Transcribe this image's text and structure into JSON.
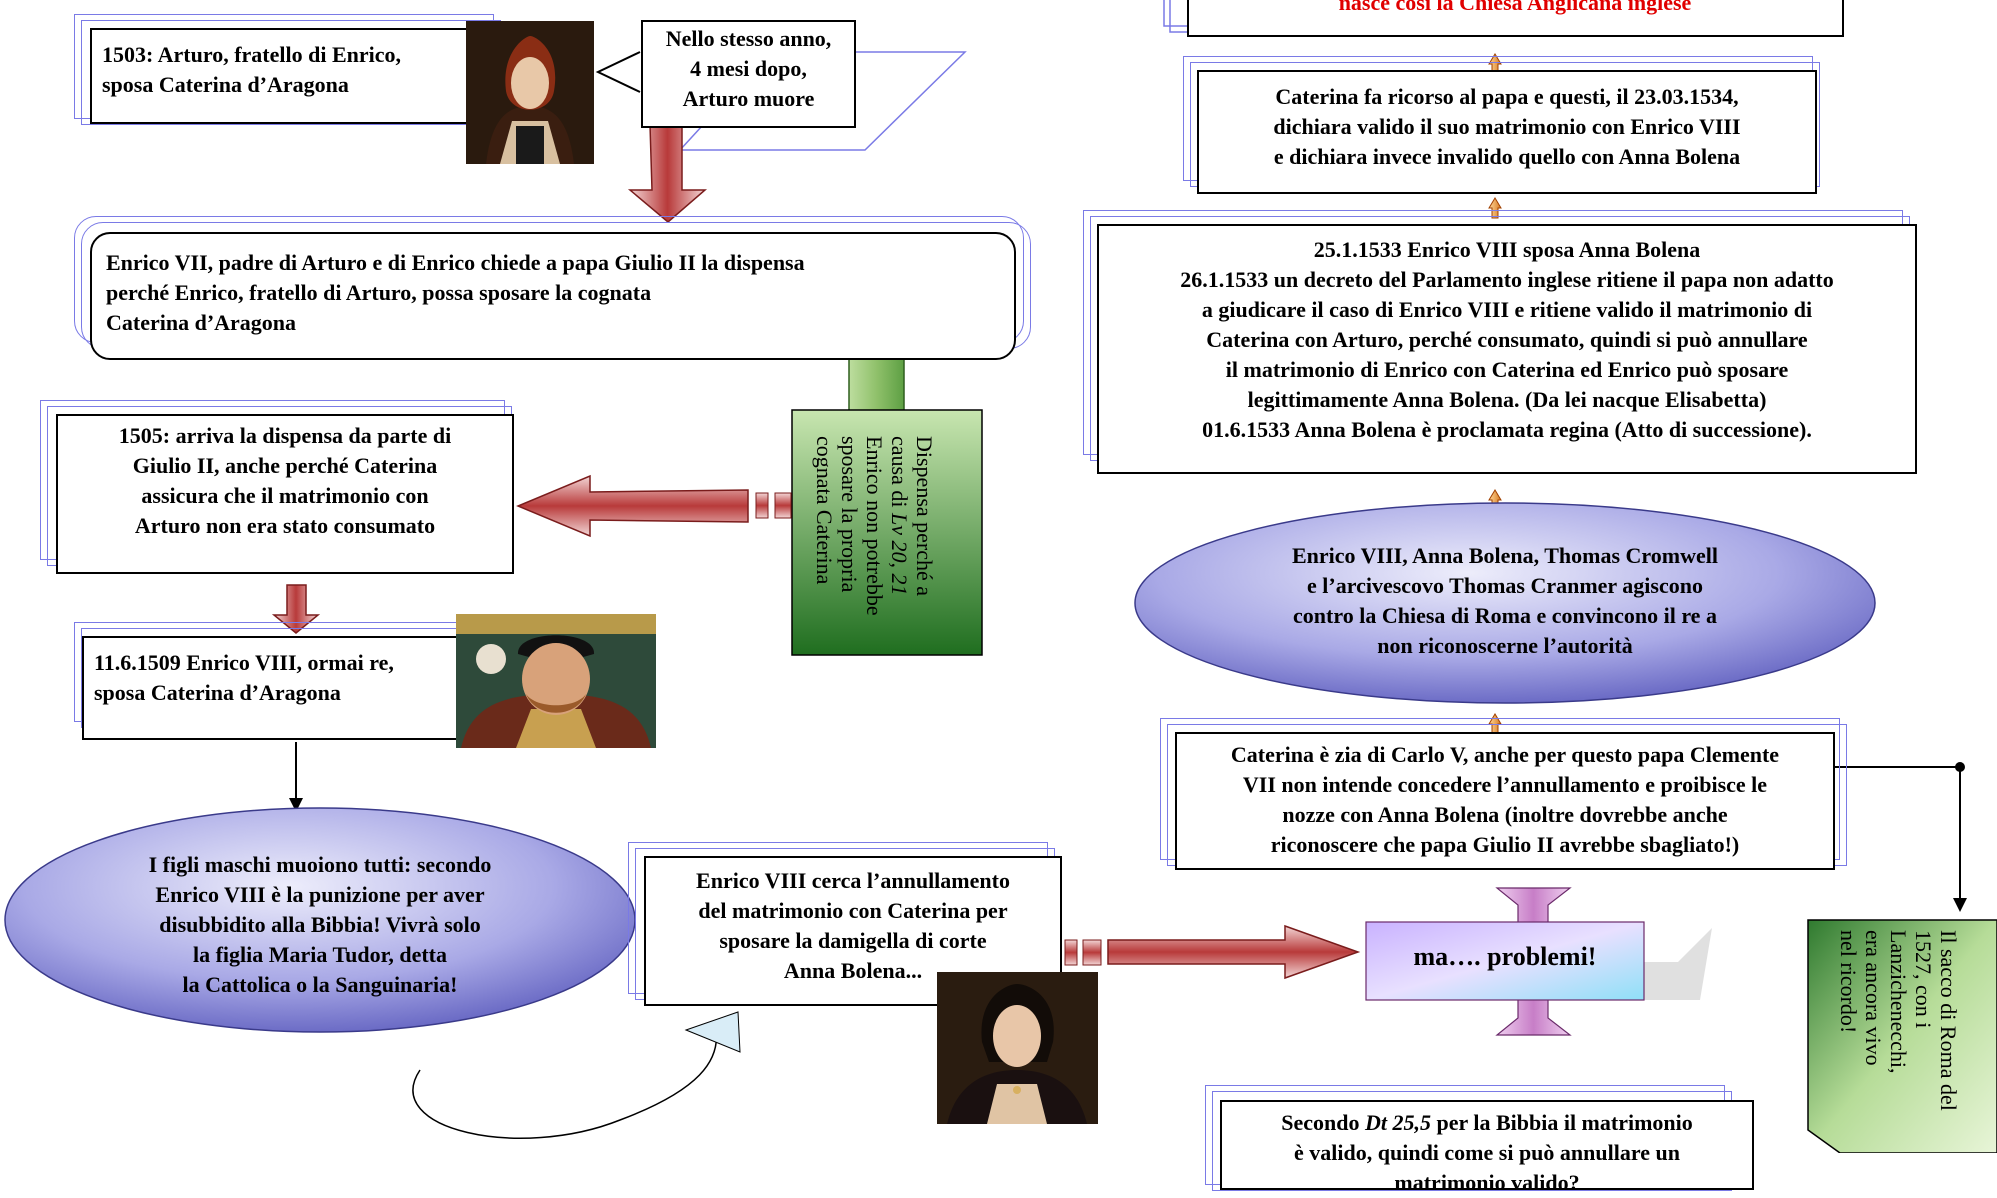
{
  "boxes": {
    "top_red": "nasce così la Chiesa Anglicana inglese",
    "arturo": {
      "line1": "1503: Arturo, fratello di  Enrico,",
      "line2": "sposa Caterina d’Aragona"
    },
    "arturo_muore": {
      "line1": "Nello stesso anno,",
      "line2": "4 mesi dopo,",
      "line3": "Arturo muore"
    },
    "enrico7": {
      "line1": "Enrico VII, padre di Arturo e di Enrico  chiede a papa Giulio II la dispensa",
      "line2": "perché Enrico, fratello di Arturo, possa sposare la cognata",
      "line3": "Caterina d’Aragona"
    },
    "dispensa_1505": {
      "line1": "1505: arriva la dispensa da parte di",
      "line2": "Giulio II, anche perché Caterina",
      "line3": "assicura che il matrimonio con",
      "line4": "Arturo non era stato consumato"
    },
    "enrico8_1509": {
      "line1": "11.6.1509 Enrico VIII, ormai re,",
      "line2": "sposa Caterina d’Aragona"
    },
    "figli": {
      "line1": "I figli maschi muoiono tutti: secondo",
      "line2": "Enrico VIII è la punizione per aver",
      "line3": "disubbidito alla Bibbia! Vivrà solo",
      "line4": "la figlia Maria Tudor, detta",
      "line5": "la Cattolica o la Sanguinaria!"
    },
    "annullamento": {
      "line1": "Enrico VIII cerca l’annullamento",
      "line2": "del matrimonio con Caterina per",
      "line3": "sposare la damigella di corte",
      "line4": "Anna Bolena..."
    },
    "problemi": "ma…. problemi!",
    "dt": {
      "line1": "Secondo ",
      "ref": "Dt 25,5",
      "line1b": " per la Bibbia il matrimonio",
      "line2": "è valido, quindi come si può annullare un",
      "line3": "matrimonio valido?"
    },
    "carlo": {
      "line1": "Caterina è zia di Carlo V, anche per questo papa Clemente",
      "line2": "VII non intende concedere l’annullamento e proibisce le",
      "line3": "nozze con Anna Bolena (inoltre dovrebbe anche",
      "line4": "riconoscere che papa Giulio II avrebbe sbagliato!)"
    },
    "cromwell": {
      "line1": "Enrico VIII, Anna Bolena, Thomas Cromwell",
      "line2": "e l’arcivescovo  Thomas Cranmer agiscono",
      "line3": "contro la Chiesa di Roma e convincono il re a",
      "line4": "non riconoscerne l’autorità"
    },
    "bolena_1533": {
      "line1": "25.1.1533 Enrico VIII sposa Anna Bolena",
      "line2": "26.1.1533 un decreto del Parlamento inglese ritiene il papa non adatto",
      "line3": "a giudicare il caso di Enrico VIII e ritiene valido il matrimonio di",
      "line4": "Caterina con Arturo, perché consumato, quindi si può annullare",
      "line5": "il matrimonio di Enrico con Caterina ed Enrico può sposare",
      "line6": "legittimamente Anna Bolena. (Da lei nacque Elisabetta)",
      "line7": "01.6.1533 Anna Bolena è proclamata regina (Atto di successione)."
    },
    "ricorso": {
      "line1": "Caterina fa ricorso al papa e questi, il 23.03.1534,",
      "line2": "dichiara valido il suo matrimonio con Enrico VIII",
      "line3": "e dichiara invece invalido quello con Anna Bolena"
    }
  },
  "callouts": {
    "dispensa_vert": {
      "col1": "Dispensa perché a",
      "col2a": "causa di ",
      "col2ref": "Lv 20, 21",
      "col3": "Enrico non potrebbe",
      "col4": "sposare la propria",
      "col5": "cognata Caterina"
    },
    "sacco_vert": {
      "col1": "Il sacco di Roma del",
      "col2": "1527, con i",
      "col3": "Lanzichenecchi,",
      "col4": "era ancora vivo",
      "col5": "nel ricordo!"
    }
  },
  "colors": {
    "shadow": "#7a7ae6",
    "ellipse_light": "#d8d8f5",
    "ellipse_dark": "#6e6ec8",
    "green_light": "#c8e6b0",
    "green_dark": "#1f6e1f",
    "red_arrow": "#b83a3a",
    "pink_arrow": "#d69ad6",
    "problemi_light": "#d6c8ff",
    "problemi_dark": "#7ad6f5",
    "title_red": "#e00000"
  },
  "portraits": [
    "caterina-portrait",
    "enrico-viii-portrait",
    "anna-bolena-portrait"
  ]
}
